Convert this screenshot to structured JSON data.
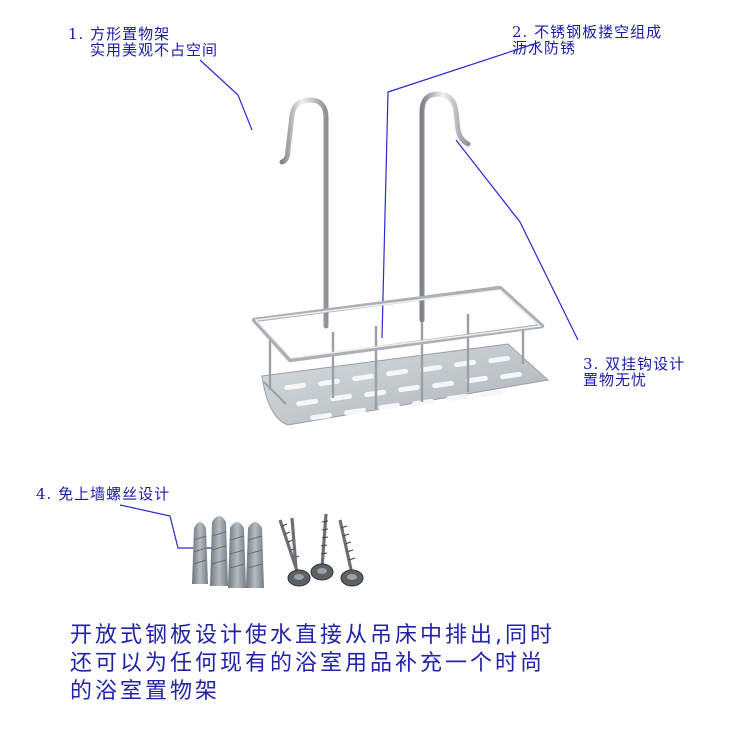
{
  "labels": {
    "l1_line1": "1. 方形置物架",
    "l1_line2": "实用美观不占空间",
    "l2_line1": "2. 不锈钢板搂空组成",
    "l2_line2": "沥水防锈",
    "l3_line1": "3. 双挂钩设计",
    "l3_line2": "置物无忧",
    "l4": "4. 免上墙螺丝设计"
  },
  "description": {
    "line1": "开放式钢板设计使水直接从吊床中排出,同时",
    "line2": "还可以为任何现有的浴室用品补充一个时尚",
    "line3": "的浴室置物架"
  },
  "colors": {
    "text": "#1a1aa6",
    "leader": "#2a2ad0",
    "steel": "#b9bec4"
  }
}
